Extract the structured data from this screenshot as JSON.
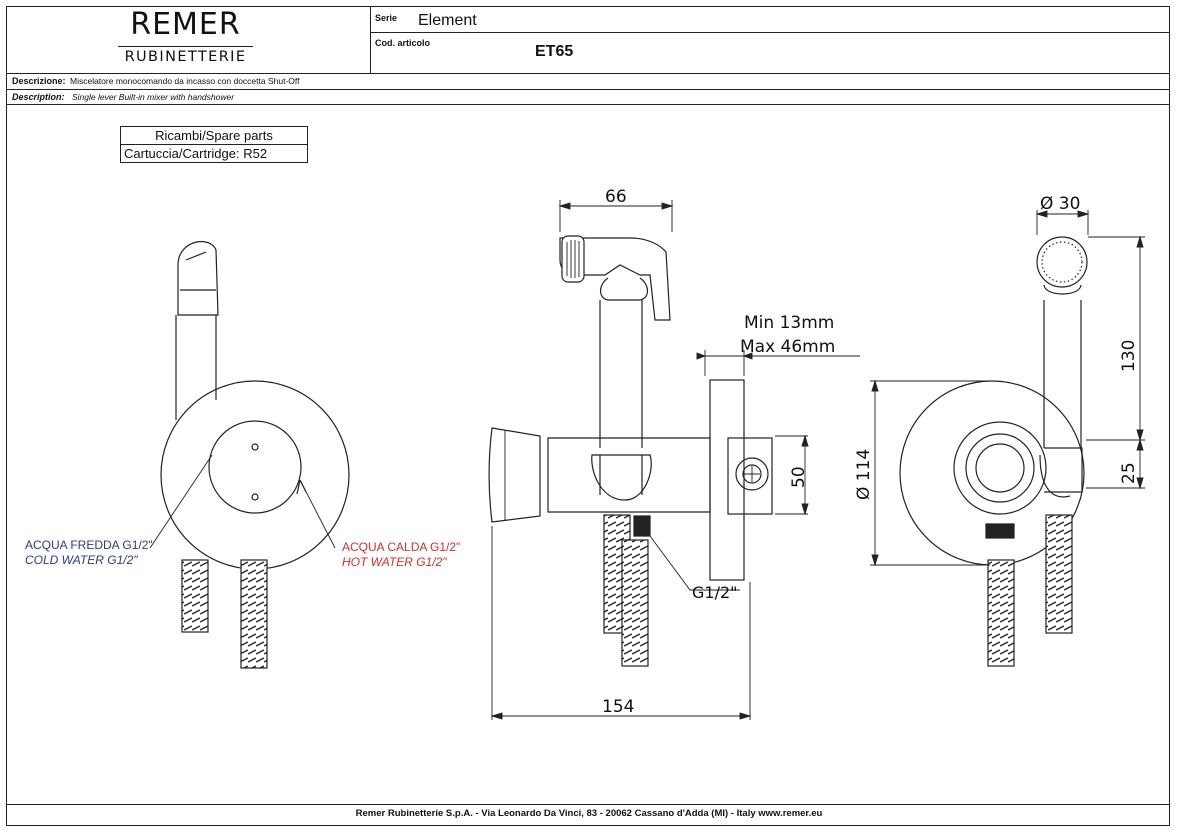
{
  "header": {
    "brand_name": "REMER",
    "brand_sub": "RUBINETTERIE",
    "serie_label": "Serie",
    "serie_value": "Element",
    "code_label": "Cod. articolo",
    "code_value": "ET65",
    "descrizione_label": "Descrizione:",
    "descrizione_value": "Miscelatore monocomando da incasso con doccetta Shut-Off",
    "description_label": "Description:",
    "description_value": "Single lever Built-in mixer with handshower"
  },
  "spare_parts": {
    "title": "Ricambi/Spare parts",
    "cartridge": "Cartuccia/Cartridge:  R52"
  },
  "annotations": {
    "cold_it": "ACQUA FREDDA G1/2\"",
    "cold_en": "COLD WATER G1/2\"",
    "hot_it": "ACQUA CALDA G1/2\"",
    "hot_en": "HOT WATER G1/2\"",
    "cold_color": "#2b3a8f",
    "hot_color": "#d0312d",
    "thread": "G1/2\""
  },
  "dimensions": {
    "width_top": "66",
    "min": "Min 13mm",
    "max": "Max 46mm",
    "height_body": "50",
    "total_length": "154",
    "diameter_head": "Ø 30",
    "diameter_plate": "Ø 114",
    "height_hand": "130",
    "offset": "25"
  },
  "footer": {
    "text": "Remer Rubinetterie S.p.A. - Via Leonardo Da Vinci, 83 - 20062 Cassano d'Adda (MI) - Italy www.remer.eu"
  }
}
